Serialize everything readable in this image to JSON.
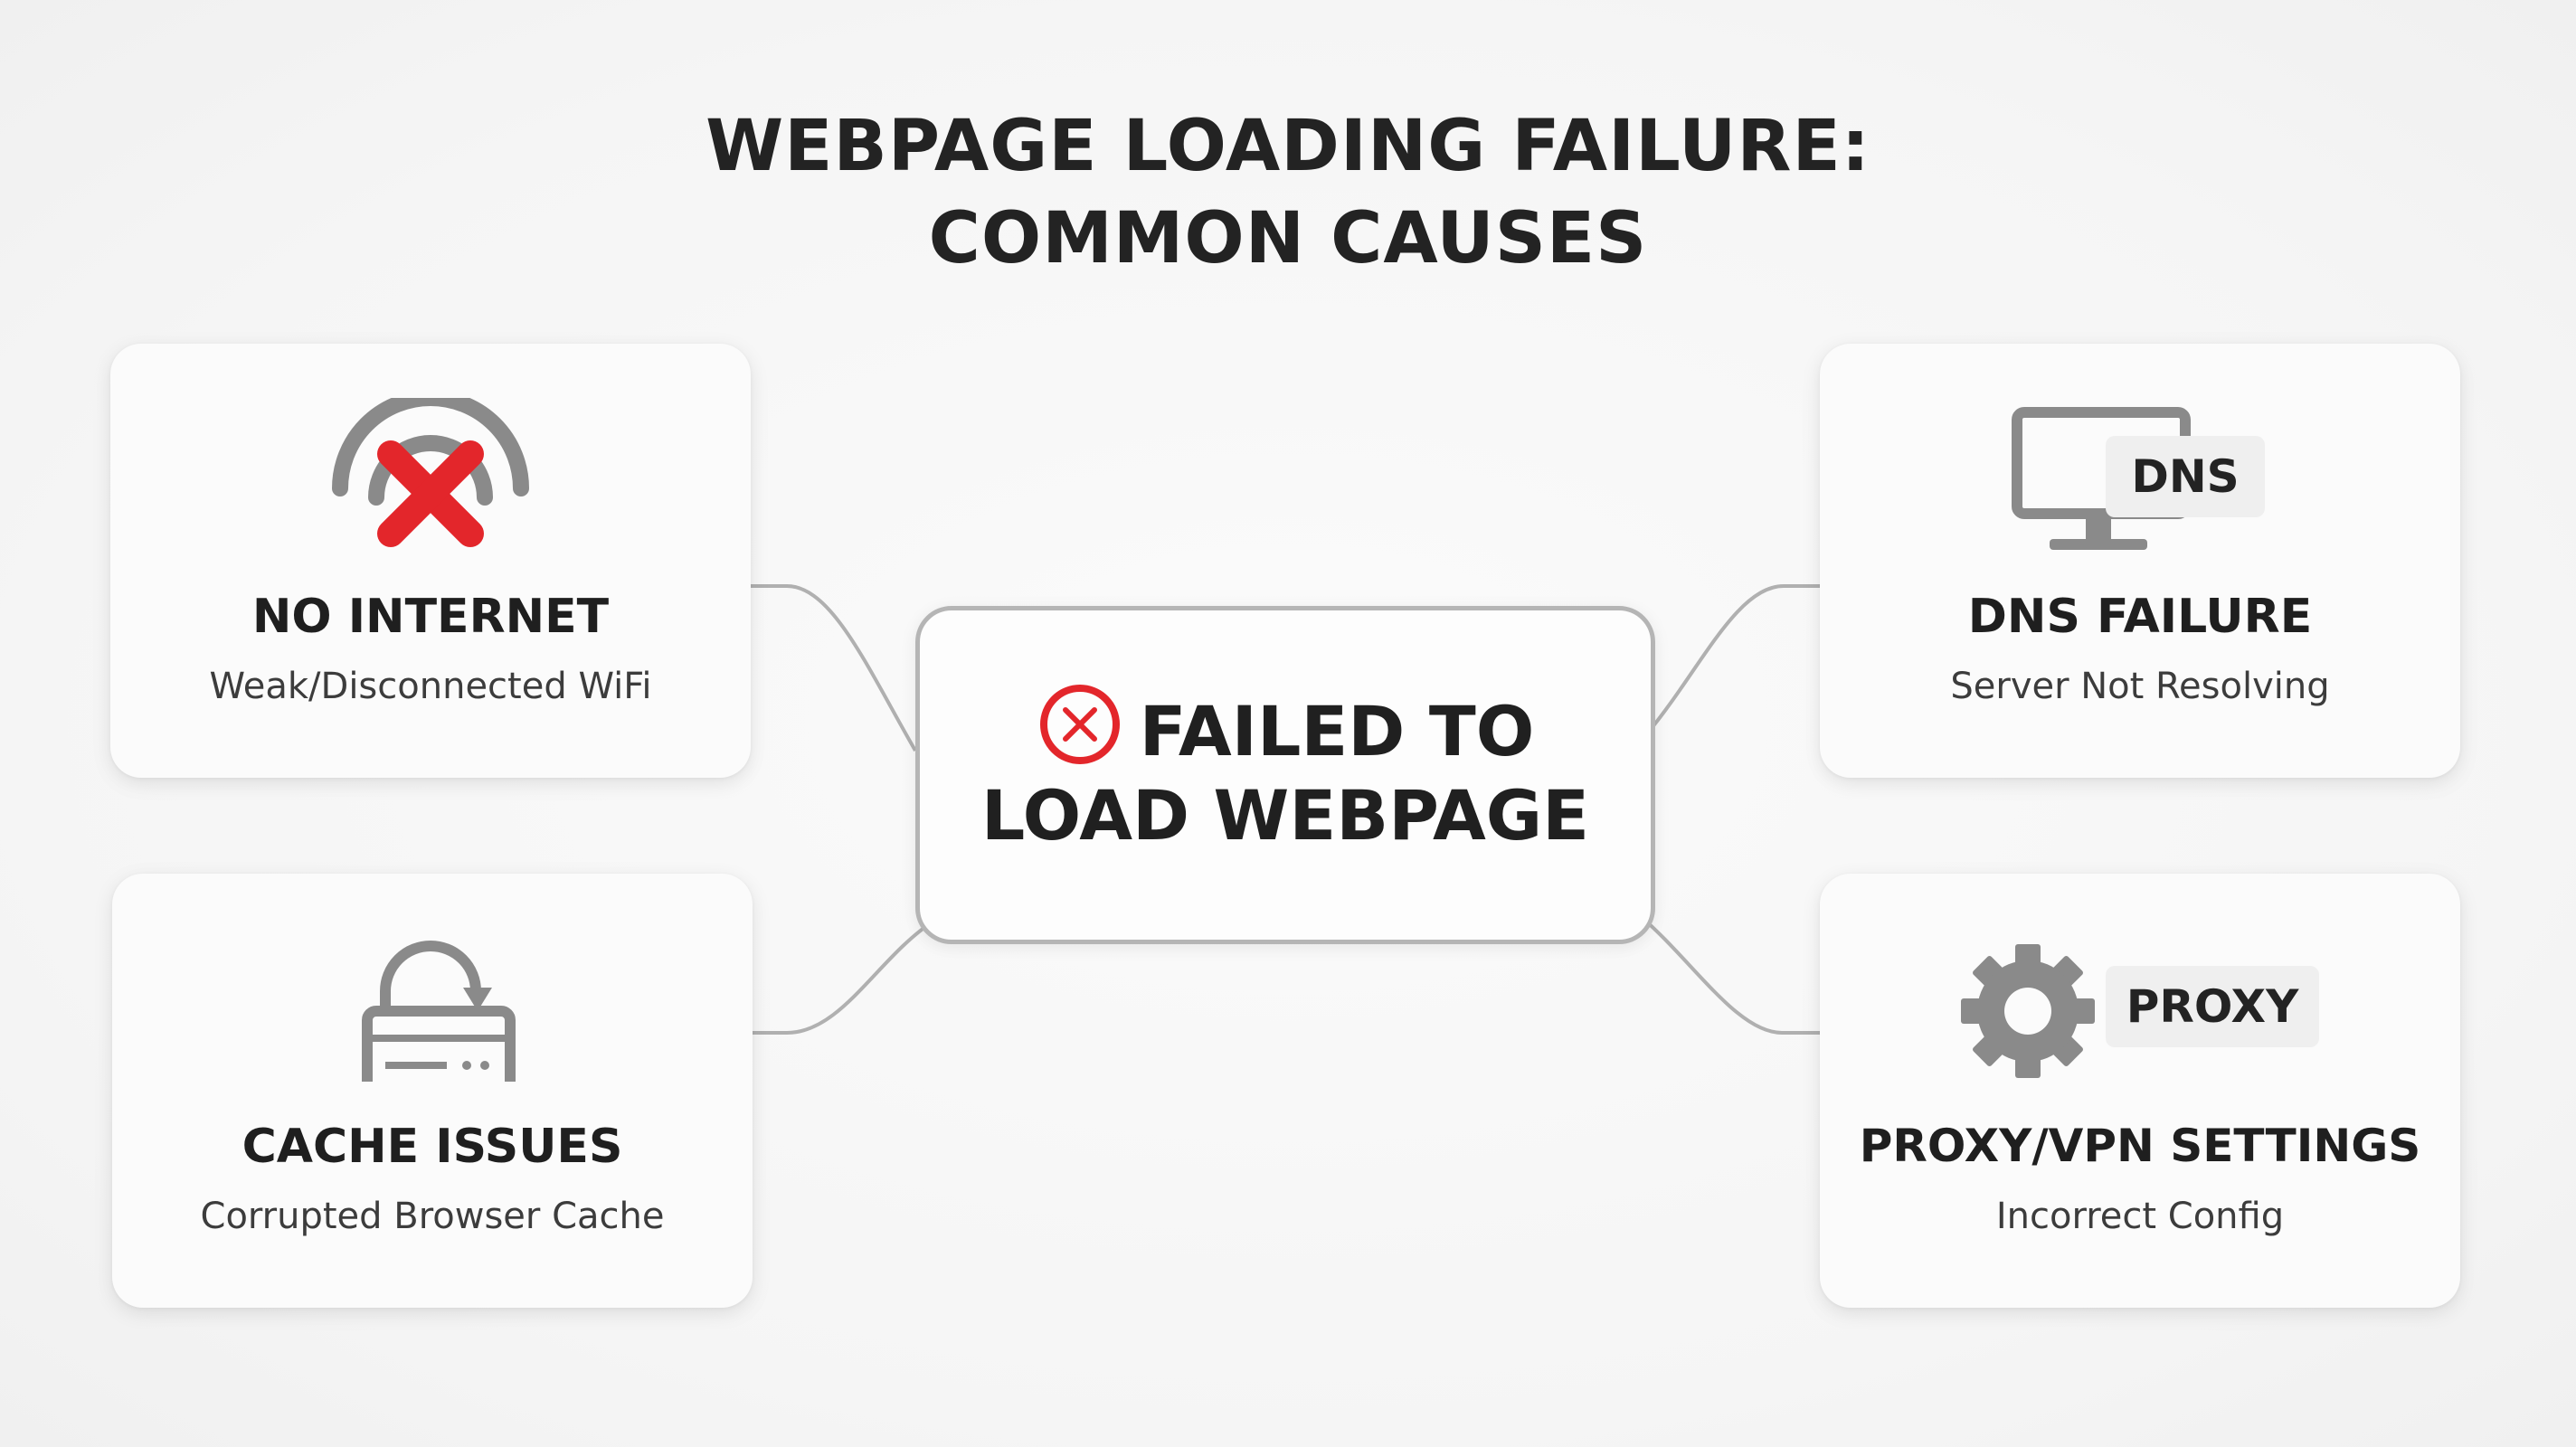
{
  "title": {
    "line1": "WEBPAGE LOADING FAILURE:",
    "line2": "COMMON CAUSES"
  },
  "center": {
    "line1": "FAILED TO",
    "line2": "LOAD WEBPAGE",
    "icon": "error-circle-x-icon"
  },
  "causes": {
    "no_internet": {
      "title": "NO INTERNET",
      "subtitle": "Weak/Disconnected WiFi",
      "icon": "wifi-off-icon"
    },
    "cache": {
      "title": "CACHE ISSUES",
      "subtitle": "Corrupted Browser Cache",
      "icon": "cache-refresh-icon"
    },
    "dns": {
      "title": "DNS FAILURE",
      "subtitle": "Server Not Resolving",
      "icon": "monitor-icon",
      "badge": "DNS"
    },
    "proxy": {
      "title": "PROXY/VPN SETTINGS",
      "subtitle": "Incorrect Config",
      "icon": "gear-icon",
      "badge": "PROXY"
    }
  },
  "colors": {
    "accent_red": "#e3262b",
    "icon_gray": "#8a8a8a",
    "connector_gray": "#b0b0b0"
  }
}
